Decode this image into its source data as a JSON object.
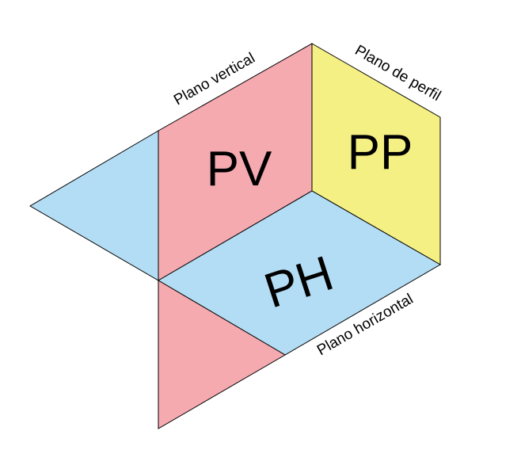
{
  "colors": {
    "vertical": "#f5aab0",
    "profile": "#f5f084",
    "horizontal": "#b3ddf4",
    "edge": "#000000"
  },
  "labels": {
    "pv": "PV",
    "pp": "PP",
    "ph": "PH",
    "plano_vertical": "Plano vertical",
    "plano_de_perfil": "Plano de perfil",
    "plano_horizontal": "Plano horizontal"
  }
}
